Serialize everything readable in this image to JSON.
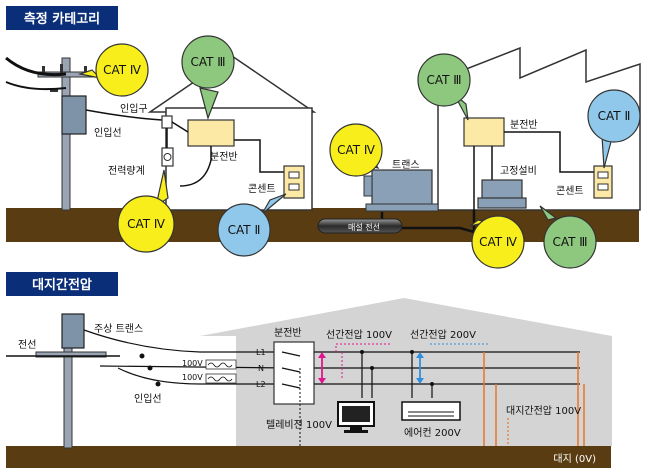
{
  "sections": {
    "categories_title": "측정 카테고리",
    "earth_voltage_title": "대지간전압"
  },
  "categories": {
    "cat4": "CAT Ⅳ",
    "cat3": "CAT Ⅲ",
    "cat2": "CAT Ⅱ"
  },
  "top_labels": {
    "entrance": "인입구",
    "service_wire": "인입선",
    "meter": "전력량계",
    "panel_left": "분전반",
    "outlet_left": "콘센트",
    "transformer": "트랜스",
    "buried_cable": "매설 전선",
    "panel_right": "분전반",
    "fixed_equipment": "고정설비",
    "outlet_right": "콘센트"
  },
  "bottom_labels": {
    "wire": "전선",
    "pole_transformer": "주상 트랜스",
    "service_wire": "인입선",
    "panel": "분전반",
    "line_voltage_100": "선간전압 100V",
    "line_voltage_200": "선간전압 200V",
    "phase_l1": "L1",
    "phase_n": "N",
    "phase_l2": "L2",
    "coil_voltage_top": "100V",
    "coil_voltage_bottom": "100V",
    "tv": "텔레비전 100V",
    "air_conditioner": "에어컨 200V",
    "earth_voltage_100": "대지간전압 100V",
    "ground": "대지 (0V)"
  },
  "colors": {
    "header": "#0a2e78",
    "ground": "#5a3c12",
    "cat4": "#f7ee1c",
    "cat3": "#8ec87e",
    "cat2": "#8fc8ea",
    "panel": "#fde9a6",
    "magenta": "#e0148c",
    "blue": "#2f8fdc",
    "orange": "#e8752a",
    "house2": "#d4d4d4"
  }
}
